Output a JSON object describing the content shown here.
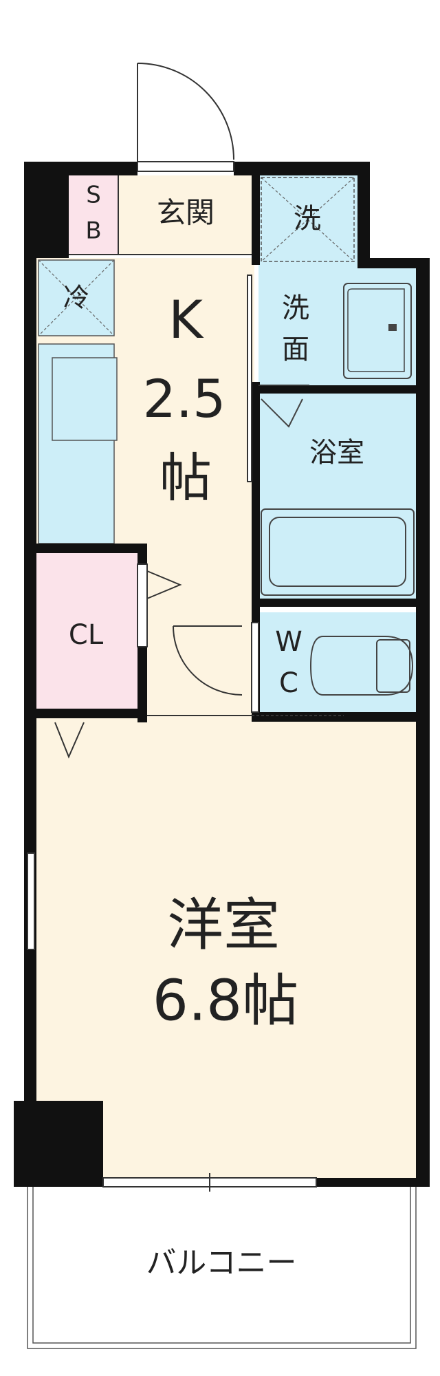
{
  "rooms": {
    "shoe_box": {
      "line1": "S",
      "line2": "B"
    },
    "entrance": {
      "label": "玄関"
    },
    "laundry": {
      "label": "洗"
    },
    "fridge": {
      "label": "冷"
    },
    "kitchen": {
      "name": "K",
      "size": "2.5",
      "unit": "帖"
    },
    "washroom": {
      "line1": "洗",
      "line2": "面"
    },
    "bathroom": {
      "label": "浴室"
    },
    "closet": {
      "label": "CL"
    },
    "toilet": {
      "line1": "W",
      "line2": "C"
    },
    "western_room": {
      "name": "洋室",
      "size": "6.8帖"
    },
    "balcony": {
      "label": "バルコニー"
    }
  },
  "colors": {
    "wall": "#111111",
    "floor_cream": "#fdf4e1",
    "water_blue": "#cdeef8",
    "closet_pink": "#fbe3ea",
    "line": "#333333"
  }
}
